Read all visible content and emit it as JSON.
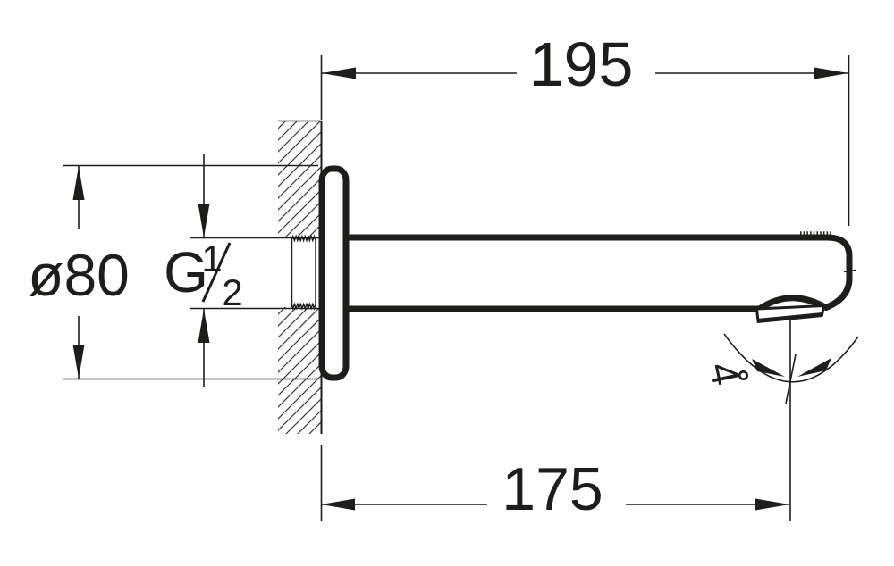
{
  "drawing": {
    "type": "technical-dimension-drawing",
    "subject": "wall-mounted bath spout, side section view",
    "colors": {
      "line": "#1d1d1b",
      "background": "#ffffff"
    },
    "dims": {
      "top_width": "195",
      "bottom_width": "175",
      "flange_diameter": "ø80",
      "thread_g": "G",
      "thread_num": "1",
      "thread_den": "2",
      "thread_label": "G1/2",
      "angle_value": "4",
      "angle_label": "4°"
    }
  }
}
